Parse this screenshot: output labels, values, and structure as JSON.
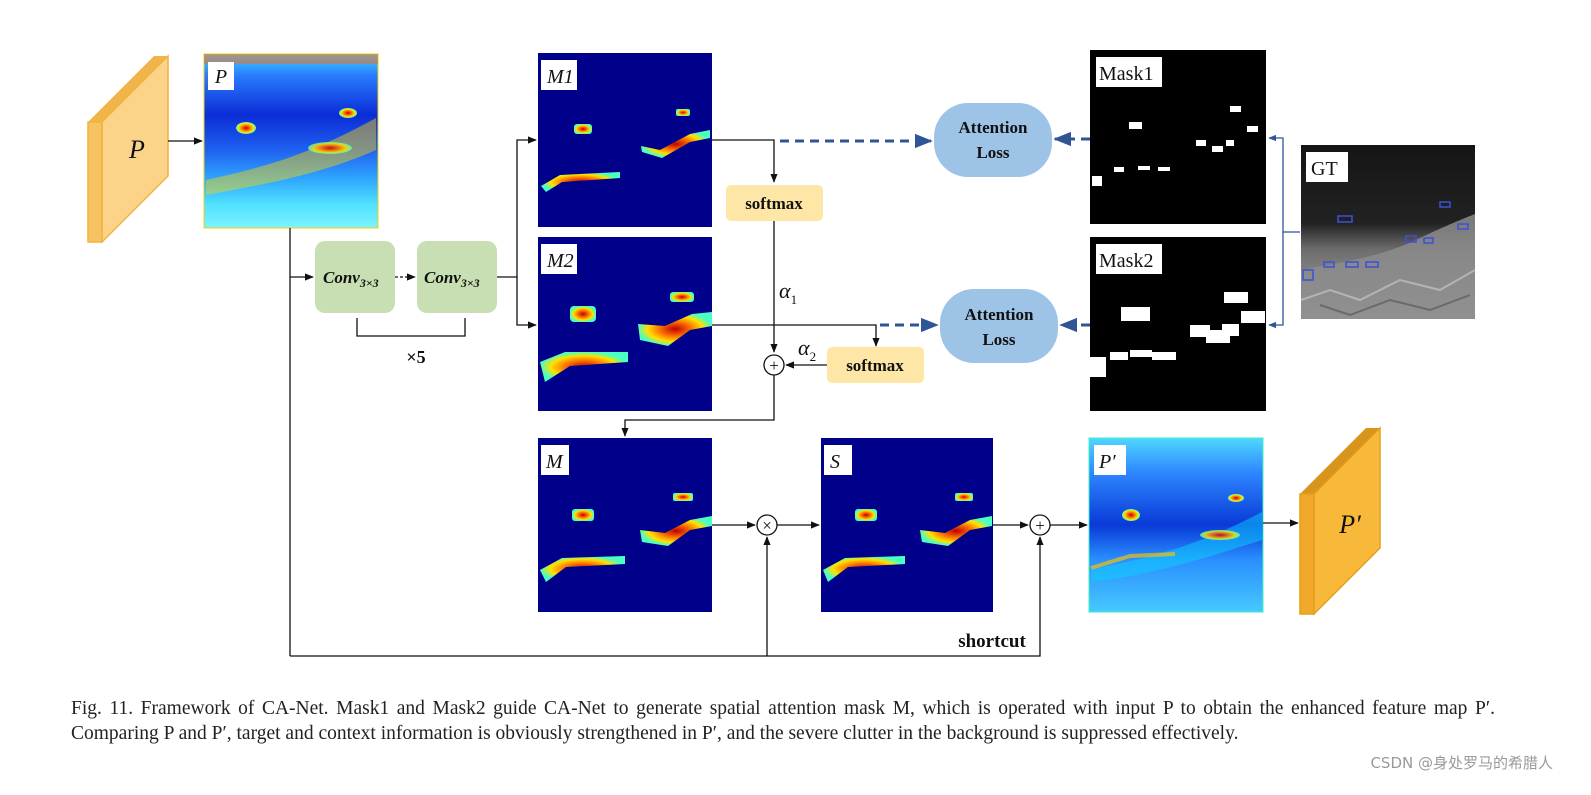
{
  "figure": {
    "input_label": "P",
    "output_label": "P′",
    "map_labels": {
      "p": "P",
      "m1": "M1",
      "m2": "M2",
      "m": "M",
      "s": "S",
      "p_prime": "P′",
      "mask1": "Mask1",
      "mask2": "Mask2",
      "gt": "GT"
    },
    "conv_label": "Conv",
    "conv_subscript": "3×3",
    "repeat_label": "×5",
    "softmax_label": "softmax",
    "attention_loss_label": [
      "Attention",
      "Loss"
    ],
    "alpha1": "α",
    "alpha1_sub": "1",
    "alpha2": "α",
    "alpha2_sub": "2",
    "plus_symbol": "+",
    "times_symbol": "×",
    "shortcut_label": "shortcut"
  },
  "caption": {
    "text": "Fig. 11.    Framework of CA-Net. Mask1 and Mask2 guide CA-Net to generate spatial attention mask M, which is operated with input P to obtain the enhanced feature map P′. Comparing P and P′, target and context information is obviously strengthened in P′, and the severe clutter in the background is suppressed effectively."
  },
  "watermark": "CSDN @身处罗马的希腊人",
  "colors": {
    "heatmap_dark": "#00008b",
    "feature_block": "#fbd48a",
    "feature_block_edge": "#f4b23c",
    "output_block": "#f8b93a",
    "conv_box": "#c8dfb3",
    "softmax_box": "#fde6a6",
    "attention_loss": "#9dc3e6",
    "dashed_arrow": "#2f5597"
  }
}
